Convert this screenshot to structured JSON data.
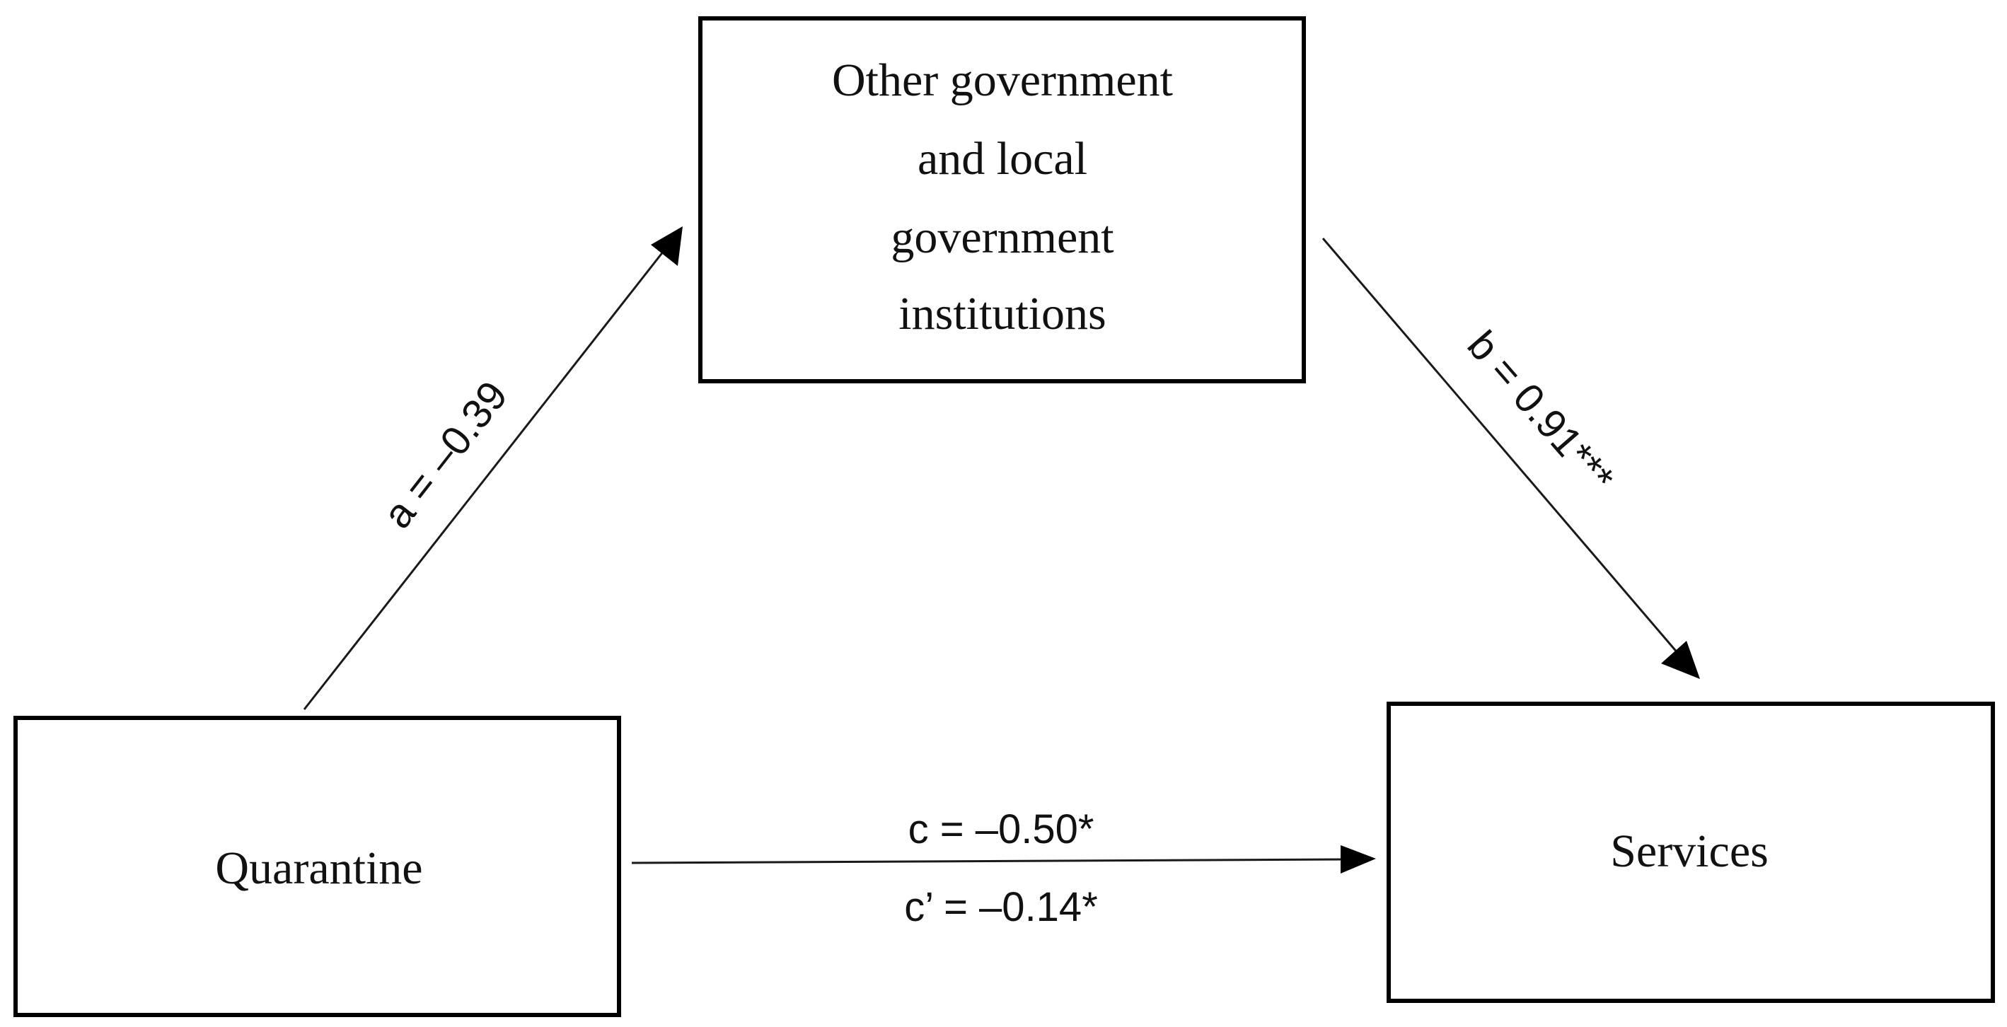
{
  "nodes": {
    "mediator": {
      "lines": [
        "Other government",
        "and local",
        "government",
        "institutions"
      ]
    },
    "independent": {
      "label": "Quarantine"
    },
    "dependent": {
      "label": "Services"
    }
  },
  "paths": {
    "a": "a = –0.39",
    "b": "b = 0.91***",
    "c": "c = –0.50*",
    "c_prime": "c’ = –0.14*"
  }
}
